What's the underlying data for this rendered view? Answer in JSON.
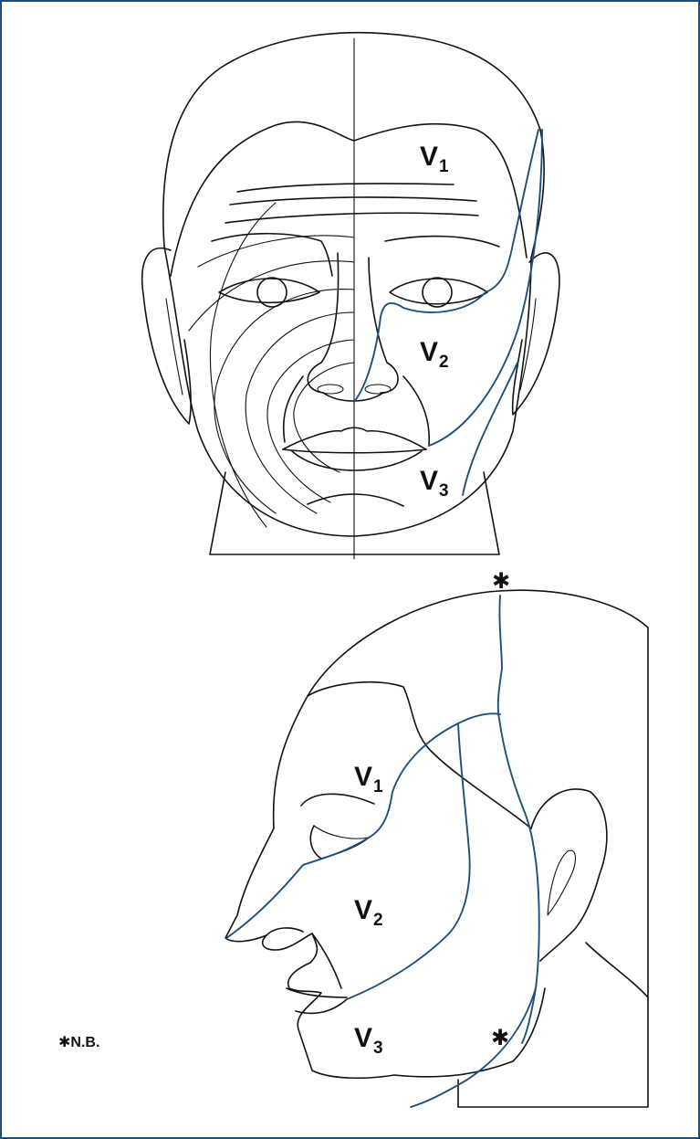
{
  "frame_color": "#1e4f7c",
  "nerve_color": "#1e4f7c",
  "front_view": {
    "labels": [
      {
        "main": "V",
        "sub": "1"
      },
      {
        "main": "V",
        "sub": "2"
      },
      {
        "main": "V",
        "sub": "3"
      }
    ]
  },
  "side_view": {
    "labels": [
      {
        "main": "V",
        "sub": "1"
      },
      {
        "main": "V",
        "sub": "2"
      },
      {
        "main": "V",
        "sub": "3"
      }
    ],
    "marker_top": "✱",
    "marker_jaw": "✱"
  },
  "note": {
    "symbol": "✱",
    "text": "N.B."
  }
}
